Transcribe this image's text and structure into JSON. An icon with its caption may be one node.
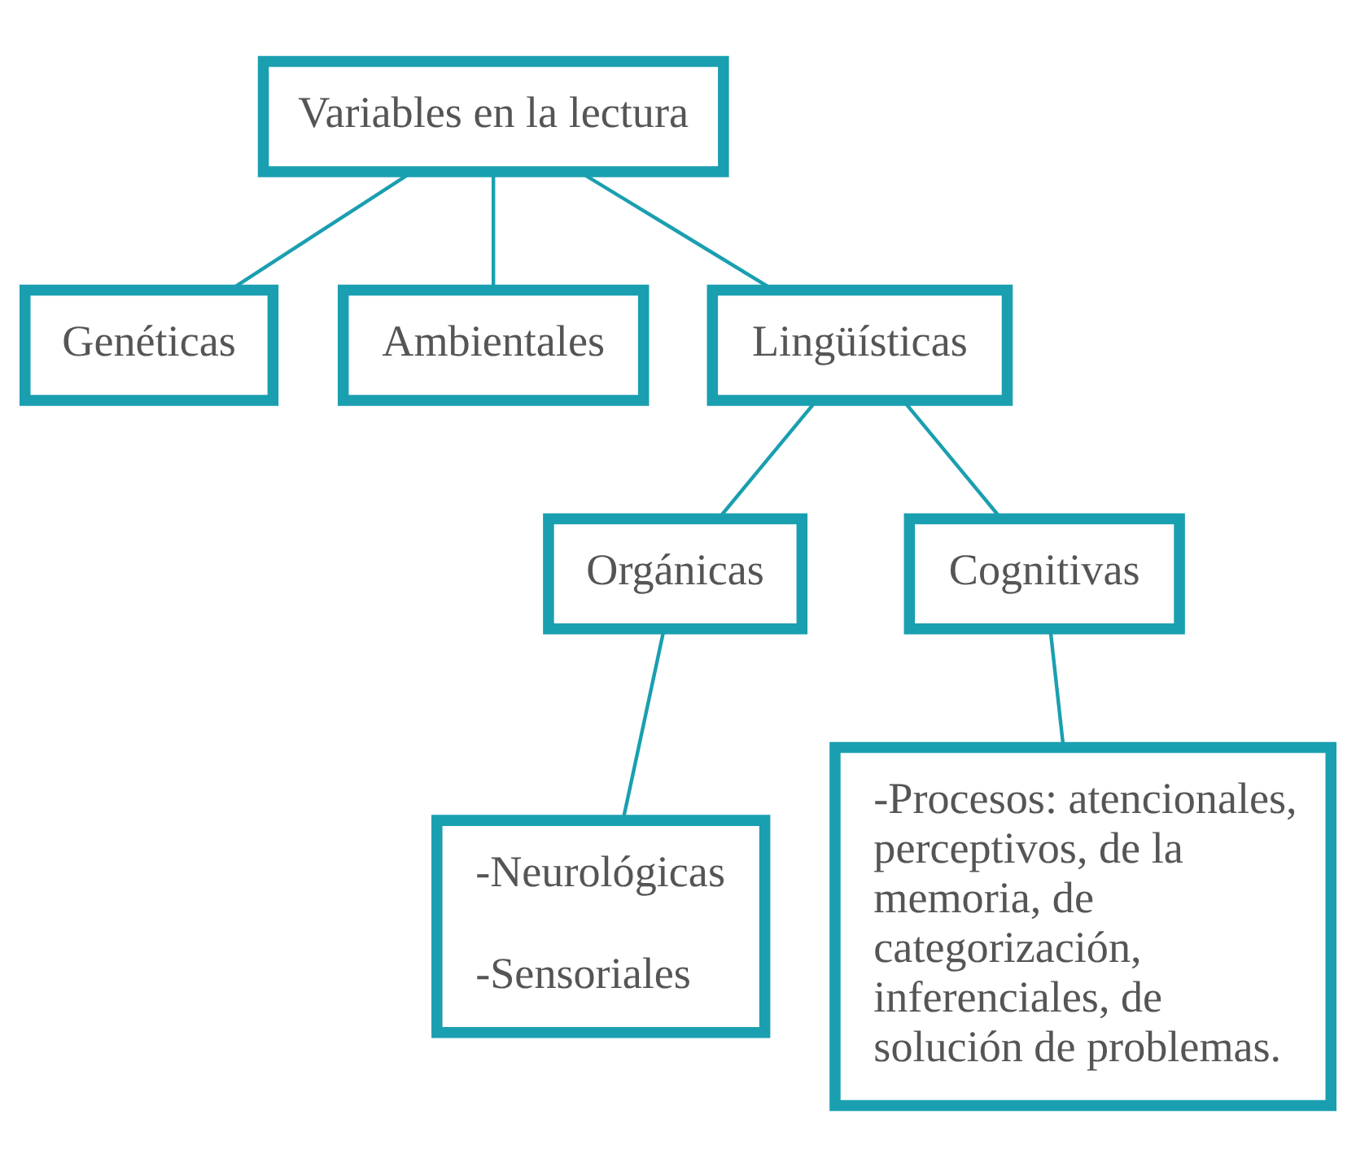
{
  "diagram": {
    "nodes": [
      {
        "text": [
          "Variables en la lectura"
        ]
      },
      {
        "text": [
          "Genéticas"
        ]
      },
      {
        "text": [
          "Ambientales"
        ]
      },
      {
        "text": [
          "Lingüísticas"
        ]
      },
      {
        "text": [
          "Orgánicas"
        ]
      },
      {
        "text": [
          "Cognitivas"
        ]
      },
      {
        "text": [
          "-Neurológicas",
          "-Sensoriales"
        ]
      },
      {
        "text": [
          "-Procesos: atencionales, perceptivos, de la memoria, de categorización, inferenciales, de solución de problemas."
        ]
      }
    ],
    "edges": [
      {
        "from": 0,
        "to": 1,
        "arrow": "none"
      },
      {
        "from": 0,
        "to": 2,
        "arrow": "none"
      },
      {
        "from": 0,
        "to": 3,
        "arrow": "none"
      },
      {
        "from": 3,
        "to": 4,
        "arrow": "none"
      },
      {
        "from": 3,
        "to": 5,
        "arrow": "none"
      },
      {
        "from": 4,
        "to": 6,
        "arrow": "none"
      },
      {
        "from": 5,
        "to": 7,
        "arrow": "none"
      }
    ]
  }
}
